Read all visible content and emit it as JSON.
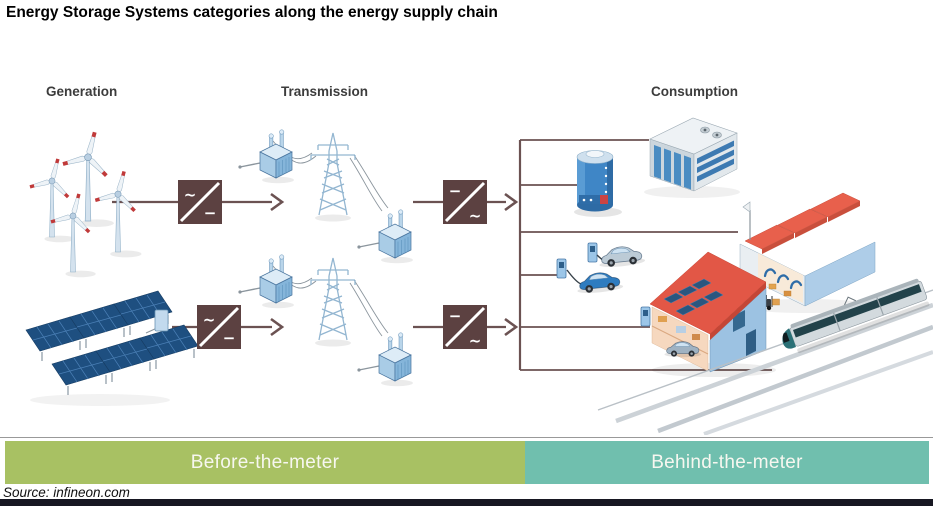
{
  "title": "Energy Storage Systems categories along the energy supply chain",
  "sections": {
    "generation": "Generation",
    "transmission": "Transmission",
    "consumption": "Consumption"
  },
  "flow": {
    "ac_symbol": "~",
    "dc_symbol": "−"
  },
  "bars": {
    "before": {
      "label": "Before-the-meter",
      "color": "#a8c163"
    },
    "behind": {
      "label": "Behind-the-meter",
      "color": "#70bfae"
    },
    "text_color": "#f7f7f0"
  },
  "source": {
    "text": "Source: infineon.com"
  },
  "colors": {
    "flow_line": "#6b5252",
    "converter": "#5c4141",
    "roof_red": "#e25746",
    "illustration_blue": "#9cc2e0",
    "solar_panel": "#1e4f80",
    "separator": "#999999",
    "footer_bar": "#171722"
  },
  "icons": [
    "wind-turbines-icon",
    "solar-array-icon",
    "inverter-box-icon",
    "transformer-icon",
    "transmission-tower-icon",
    "ac-dc-converter-icon",
    "dc-ac-converter-icon",
    "arrow-right-icon",
    "battery-storage-icon",
    "storage-container-icon",
    "factory-icon",
    "ev-charging-station-icon",
    "electric-car-icon",
    "smart-home-icon",
    "train-icon",
    "railway-tracks-icon"
  ]
}
